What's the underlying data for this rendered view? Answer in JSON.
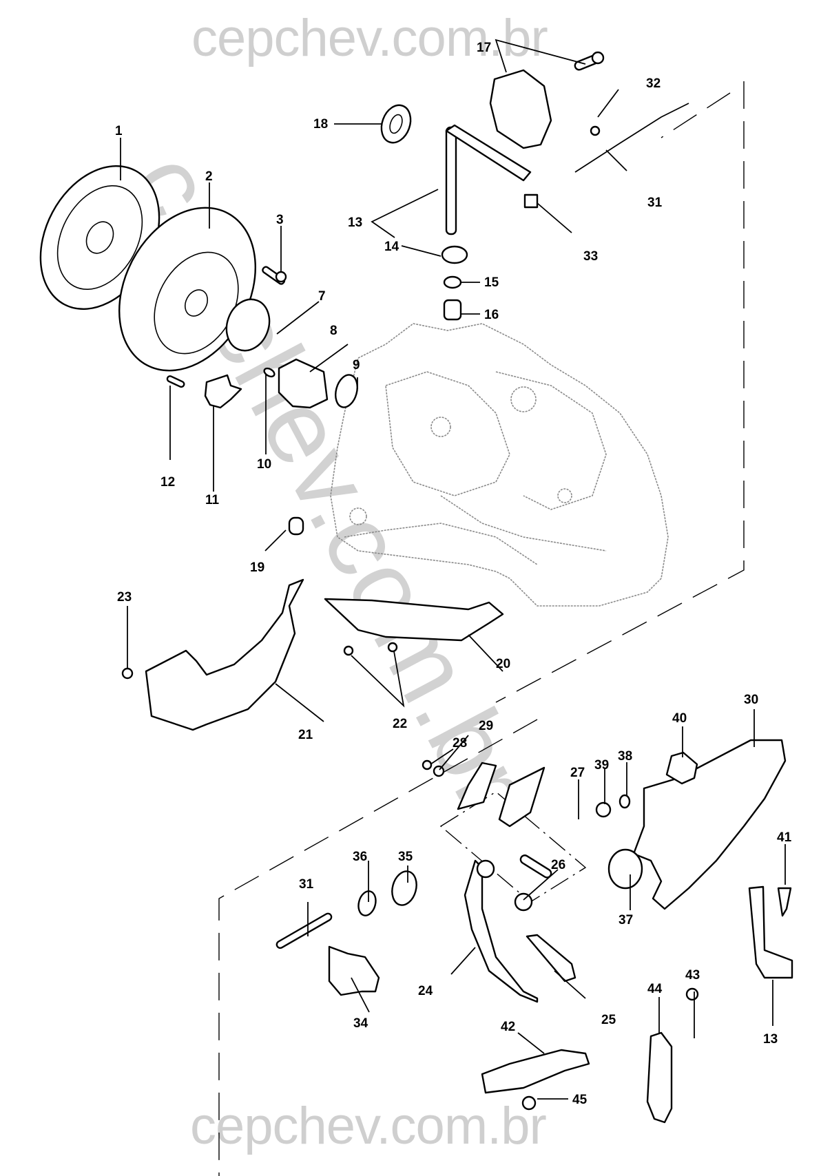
{
  "watermark": {
    "top_text": "cepchev.com.br",
    "bottom_text": "cepchev.com.br",
    "diagonal_text": "cepchev.com.br",
    "color": "#cfcfcf"
  },
  "diagram": {
    "subject": "Clutch assembly and pedal exploded view",
    "line_color": "#000000",
    "background_color": "#ffffff",
    "transmission_outline_color": "#8a8a8a",
    "callouts": [
      {
        "id": "1",
        "text": "1"
      },
      {
        "id": "2",
        "text": "2"
      },
      {
        "id": "3",
        "text": "3"
      },
      {
        "id": "7",
        "text": "7"
      },
      {
        "id": "8",
        "text": "8"
      },
      {
        "id": "9",
        "text": "9"
      },
      {
        "id": "10",
        "text": "10"
      },
      {
        "id": "11",
        "text": "11"
      },
      {
        "id": "12",
        "text": "12"
      },
      {
        "id": "13a",
        "text": "13"
      },
      {
        "id": "13b",
        "text": "13"
      },
      {
        "id": "14",
        "text": "14"
      },
      {
        "id": "15",
        "text": "15"
      },
      {
        "id": "16",
        "text": "16"
      },
      {
        "id": "17",
        "text": "17"
      },
      {
        "id": "18",
        "text": "18"
      },
      {
        "id": "19",
        "text": "19"
      },
      {
        "id": "20",
        "text": "20"
      },
      {
        "id": "21",
        "text": "21"
      },
      {
        "id": "22",
        "text": "22"
      },
      {
        "id": "23",
        "text": "23"
      },
      {
        "id": "24",
        "text": "24"
      },
      {
        "id": "25",
        "text": "25"
      },
      {
        "id": "26",
        "text": "26"
      },
      {
        "id": "27",
        "text": "27"
      },
      {
        "id": "28",
        "text": "28"
      },
      {
        "id": "29",
        "text": "29"
      },
      {
        "id": "30",
        "text": "30"
      },
      {
        "id": "31a",
        "text": "31"
      },
      {
        "id": "31b",
        "text": "31"
      },
      {
        "id": "32",
        "text": "32"
      },
      {
        "id": "33",
        "text": "33"
      },
      {
        "id": "34",
        "text": "34"
      },
      {
        "id": "35",
        "text": "35"
      },
      {
        "id": "36",
        "text": "36"
      },
      {
        "id": "37",
        "text": "37"
      },
      {
        "id": "38",
        "text": "38"
      },
      {
        "id": "39",
        "text": "39"
      },
      {
        "id": "40",
        "text": "40"
      },
      {
        "id": "41",
        "text": "41"
      },
      {
        "id": "42",
        "text": "42"
      },
      {
        "id": "43",
        "text": "43"
      },
      {
        "id": "44",
        "text": "44"
      },
      {
        "id": "45",
        "text": "45"
      }
    ]
  }
}
